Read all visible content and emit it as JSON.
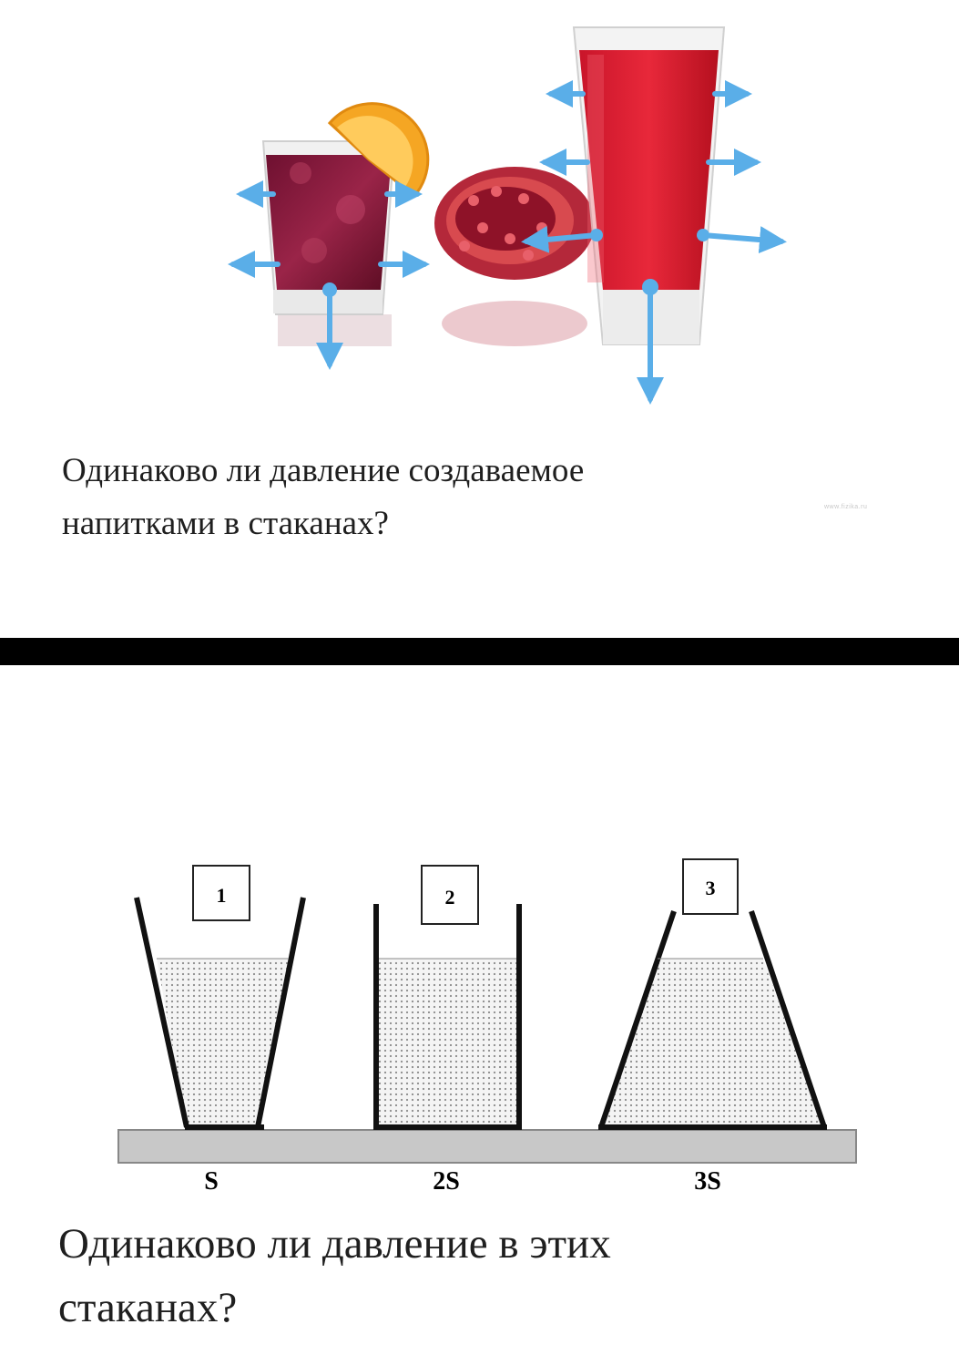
{
  "top": {
    "question_line1": "Одинаково ли давление создаваемое",
    "question_line2": "напитками  в стаканах?",
    "watermark": "www.fizika.ru"
  },
  "bottom": {
    "vessels": [
      {
        "label": "1",
        "base_label": "S"
      },
      {
        "label": "2",
        "base_label": "2S"
      },
      {
        "label": "3",
        "base_label": "3S"
      }
    ],
    "question_line1": "Одинаково ли давление в этих",
    "question_line2": "стаканах?"
  },
  "colors": {
    "arrow": "#5aaee8",
    "juice_dark": "#8e1a3a",
    "juice_red": "#d81c2e",
    "water_fill": "#e6e6e6",
    "table": "#c8c8c8"
  }
}
